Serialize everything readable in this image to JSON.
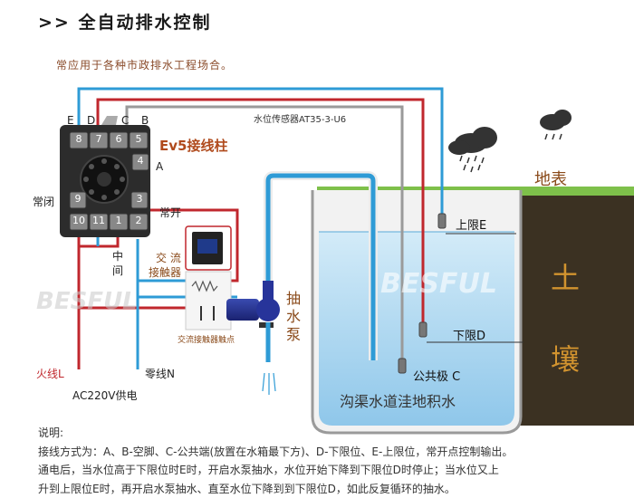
{
  "title": ">> 全自动排水控制",
  "subtitle": "常应用于各种市政排水工程场合。",
  "relay": {
    "name": "Ev5接线柱",
    "terminals_top": [
      "8",
      "7",
      "6",
      "5"
    ],
    "terminal_right_a": "4",
    "terminals_mid": [
      "9",
      "3"
    ],
    "terminals_bottom": [
      "10",
      "11",
      "1",
      "2"
    ],
    "letters_top": [
      "E",
      "D",
      "C",
      "B"
    ],
    "letter_a": "A",
    "normally_closed": "常闭",
    "normally_open": "常开",
    "middle_label": [
      "中",
      "间"
    ]
  },
  "sensor_label": "水位传感器AT35-3-U6",
  "contactor": {
    "label": [
      "交 流",
      "接触器"
    ],
    "contact_label": "交流接触器触点"
  },
  "pump_label": [
    "抽",
    "水",
    "泵"
  ],
  "watermark": "BESFUL",
  "tank": {
    "upper_limit": "上限E",
    "lower_limit": "下限D",
    "common": "公共极  C",
    "water_label": "沟渠水道洼地积水"
  },
  "ground": {
    "surface": "地表",
    "soil": [
      "土",
      "壤"
    ]
  },
  "power": {
    "live": "火线L",
    "neutral": "零线N",
    "supply": "AC220V供电"
  },
  "notes": {
    "heading": "说明:",
    "lines": [
      "接线方式为：A、B-空脚、C-公共端(放置在水箱最下方)、D-下限位、E-上限位，常开点控制输出。",
      "通电后，当水位高于下限位时E时，开启水泵抽水，水位开始下降到下限位D时停止；当水位又上",
      "升到上限位E时，再开启水泵抽水、直至水位下降到到下限位D，如此反复循环的抽水。"
    ]
  },
  "colors": {
    "red_wire": "#c0272d",
    "blue_wire": "#2e9bd6",
    "gray_wire": "#9a9a9a",
    "soil": "#3d3424",
    "grass": "#7ec04a",
    "water": "#b7dcf2",
    "title_orange": "#b04a1c"
  }
}
